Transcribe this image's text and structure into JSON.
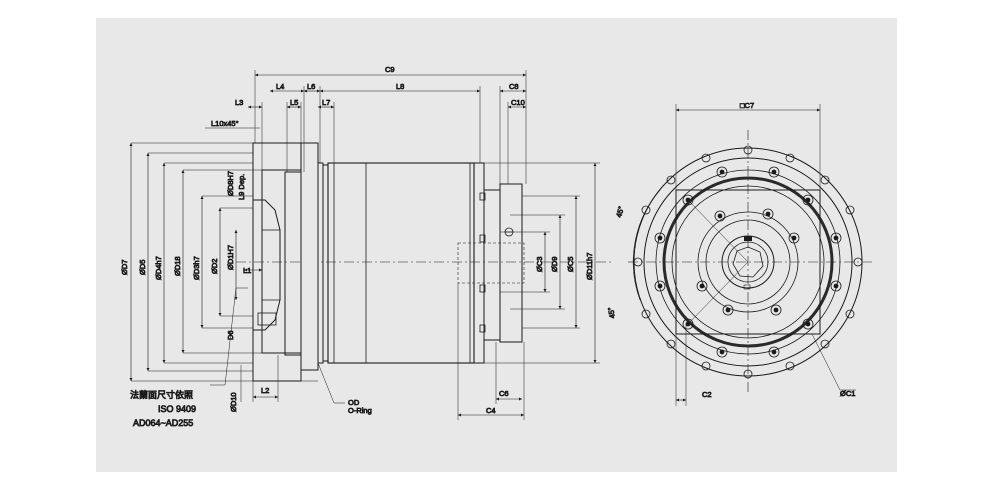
{
  "dimensions": {
    "C9": "C9",
    "C8": "C8",
    "C10": "C10",
    "C7": "□C7",
    "L3": "L3",
    "L4": "L4",
    "L5": "L5",
    "L6": "L6",
    "L7": "L7",
    "L8": "L8",
    "L10": "L10x45°",
    "L9": "L9 Dep.",
    "L1": "L1",
    "L2": "L2",
    "D7": "ØD7",
    "D5": "ØD5",
    "D4": "ØD4h7",
    "D18": "ØD18",
    "D3": "ØD3h7",
    "D2": "ØD2",
    "D1": "ØD1H7",
    "D8": "ØD8H7",
    "D6": "D6",
    "D10": "ØD10",
    "C3": "ØC3",
    "D9": "ØD9",
    "C5": "ØC5",
    "D11": "ØD11h7",
    "C6": "C6",
    "C4": "C4",
    "C2": "C2",
    "C1": "ØC1",
    "angle_top": "45°",
    "angle_bottom": "45°"
  },
  "callouts": {
    "od": "OD",
    "oring": "O-Ring",
    "flange_note_cn": "法蘭面尺寸依照",
    "flange_note_iso": "ISO 9409",
    "flange_note_range": "AD064~AD255"
  }
}
